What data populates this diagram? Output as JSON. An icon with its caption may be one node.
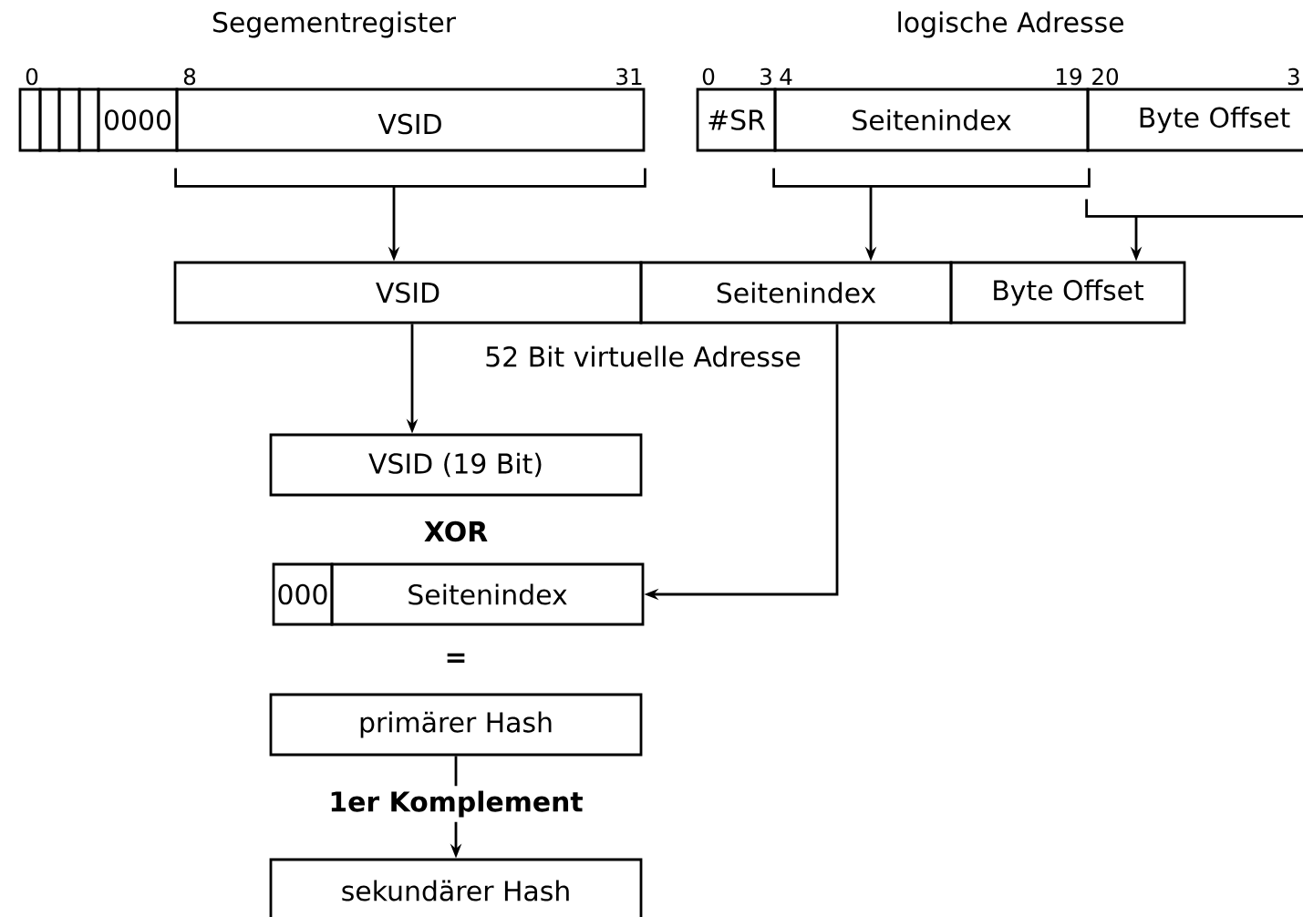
{
  "diagram": {
    "nodes": [
      {
        "text": [],
        "shape": "box"
      },
      {
        "text": [],
        "shape": "box"
      },
      {
        "text": [],
        "shape": "box"
      },
      {
        "text": [],
        "shape": "box"
      },
      {
        "text": [
          "0000"
        ]
      },
      {
        "text": [
          "VSID"
        ]
      },
      {
        "text": [
          "#SR"
        ]
      },
      {
        "text": [
          "Seitenindex"
        ]
      },
      {
        "text": [
          "Byte Offset"
        ]
      },
      {
        "text": [
          "VSID"
        ]
      },
      {
        "text": [
          "Seitenindex"
        ]
      },
      {
        "text": [
          "Byte Offset"
        ]
      },
      {
        "text": [
          "VSID (19 Bit)"
        ]
      },
      {
        "text": [
          "000"
        ]
      },
      {
        "text": [
          "Seitenindex"
        ]
      },
      {
        "text": [
          "primärer Hash"
        ]
      },
      {
        "text": [
          "sekundärer Hash"
        ]
      }
    ],
    "edges": [
      {
        "from": 5,
        "to": 9,
        "arrow": "to"
      },
      {
        "from": 7,
        "to": 10,
        "arrow": "to"
      },
      {
        "from": 8,
        "to": 11,
        "arrow": "to"
      },
      {
        "from": 9,
        "to": 12,
        "arrow": "to"
      },
      {
        "from": 10,
        "to": 14,
        "arrow": "to"
      },
      {
        "from": 15,
        "to": 16,
        "arrow": "to",
        "label": "1er Komplement"
      }
    ],
    "labels": [
      "Segementregister",
      "logische Adresse",
      "0",
      "8",
      "31",
      "0",
      "3",
      "4",
      "19",
      "20",
      "3",
      "52 Bit virtuelle Adresse",
      "XOR",
      "="
    ]
  }
}
